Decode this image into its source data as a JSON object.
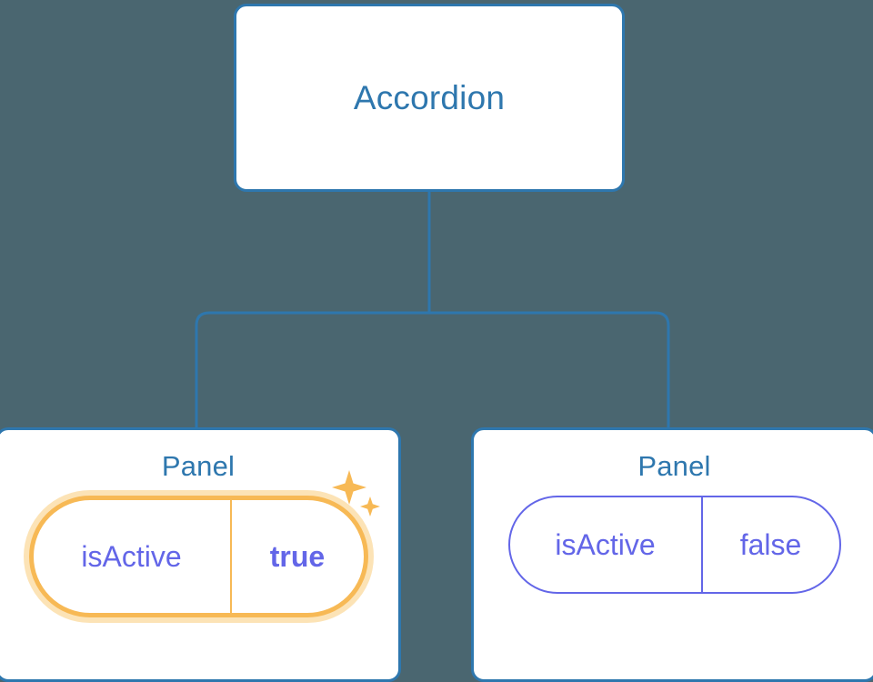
{
  "diagram": {
    "type": "component-tree",
    "background_color": "#4a6670",
    "accent_color": "#2e77ae",
    "prop_color": "#6366e8",
    "highlight_color": "#f7b955",
    "highlight_glow_color": "#fce3b6"
  },
  "root": {
    "label": "Accordion"
  },
  "children": [
    {
      "label": "Panel",
      "highlighted": true,
      "prop": {
        "key": "isActive",
        "value": "true"
      },
      "sparkle_icon": "sparkles-icon"
    },
    {
      "label": "Panel",
      "highlighted": false,
      "prop": {
        "key": "isActive",
        "value": "false"
      }
    }
  ],
  "edges": {
    "from": "Accordion",
    "to": [
      "Panel",
      "Panel"
    ],
    "stroke_color": "#2e77ae"
  }
}
